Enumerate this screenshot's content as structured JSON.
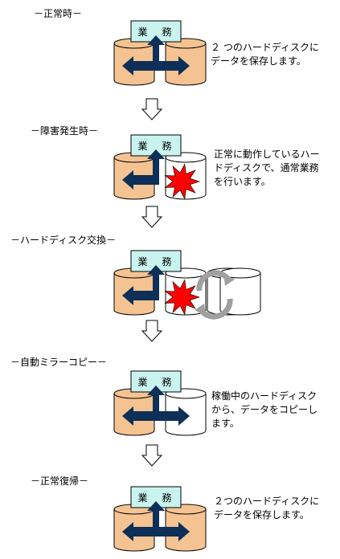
{
  "colors": {
    "disk_fill": "#f5c392",
    "disk_failed": "#ffffff",
    "disk_new": "#ffffff",
    "business_box": "#c9f3ee",
    "arrow": "#0d2f58",
    "burst": "#ff0000",
    "cycle_arrow": "#a0a0a0"
  },
  "stages": [
    {
      "heading": "－正常時－",
      "business_label": "業　務",
      "description": [
        "２ つのハードディスクに",
        "データを保存します。"
      ]
    },
    {
      "heading": "－障害発生時－",
      "business_label": "業　務",
      "description": [
        "正常に動作しているハー",
        "ドディスクで、通常業務",
        "を行います。"
      ]
    },
    {
      "heading": "－ハードディスク交換－",
      "business_label": "業　務"
    },
    {
      "heading": "－自動ミラーコピー－",
      "business_label": "業　務",
      "description": [
        "稼働中のハードディスク",
        "から、データをコピーし",
        "ます。"
      ]
    },
    {
      "heading": "－正常復帰－",
      "business_label": "業　務",
      "description": [
        "２つのハードディスクに",
        "データを保存します。"
      ]
    }
  ]
}
